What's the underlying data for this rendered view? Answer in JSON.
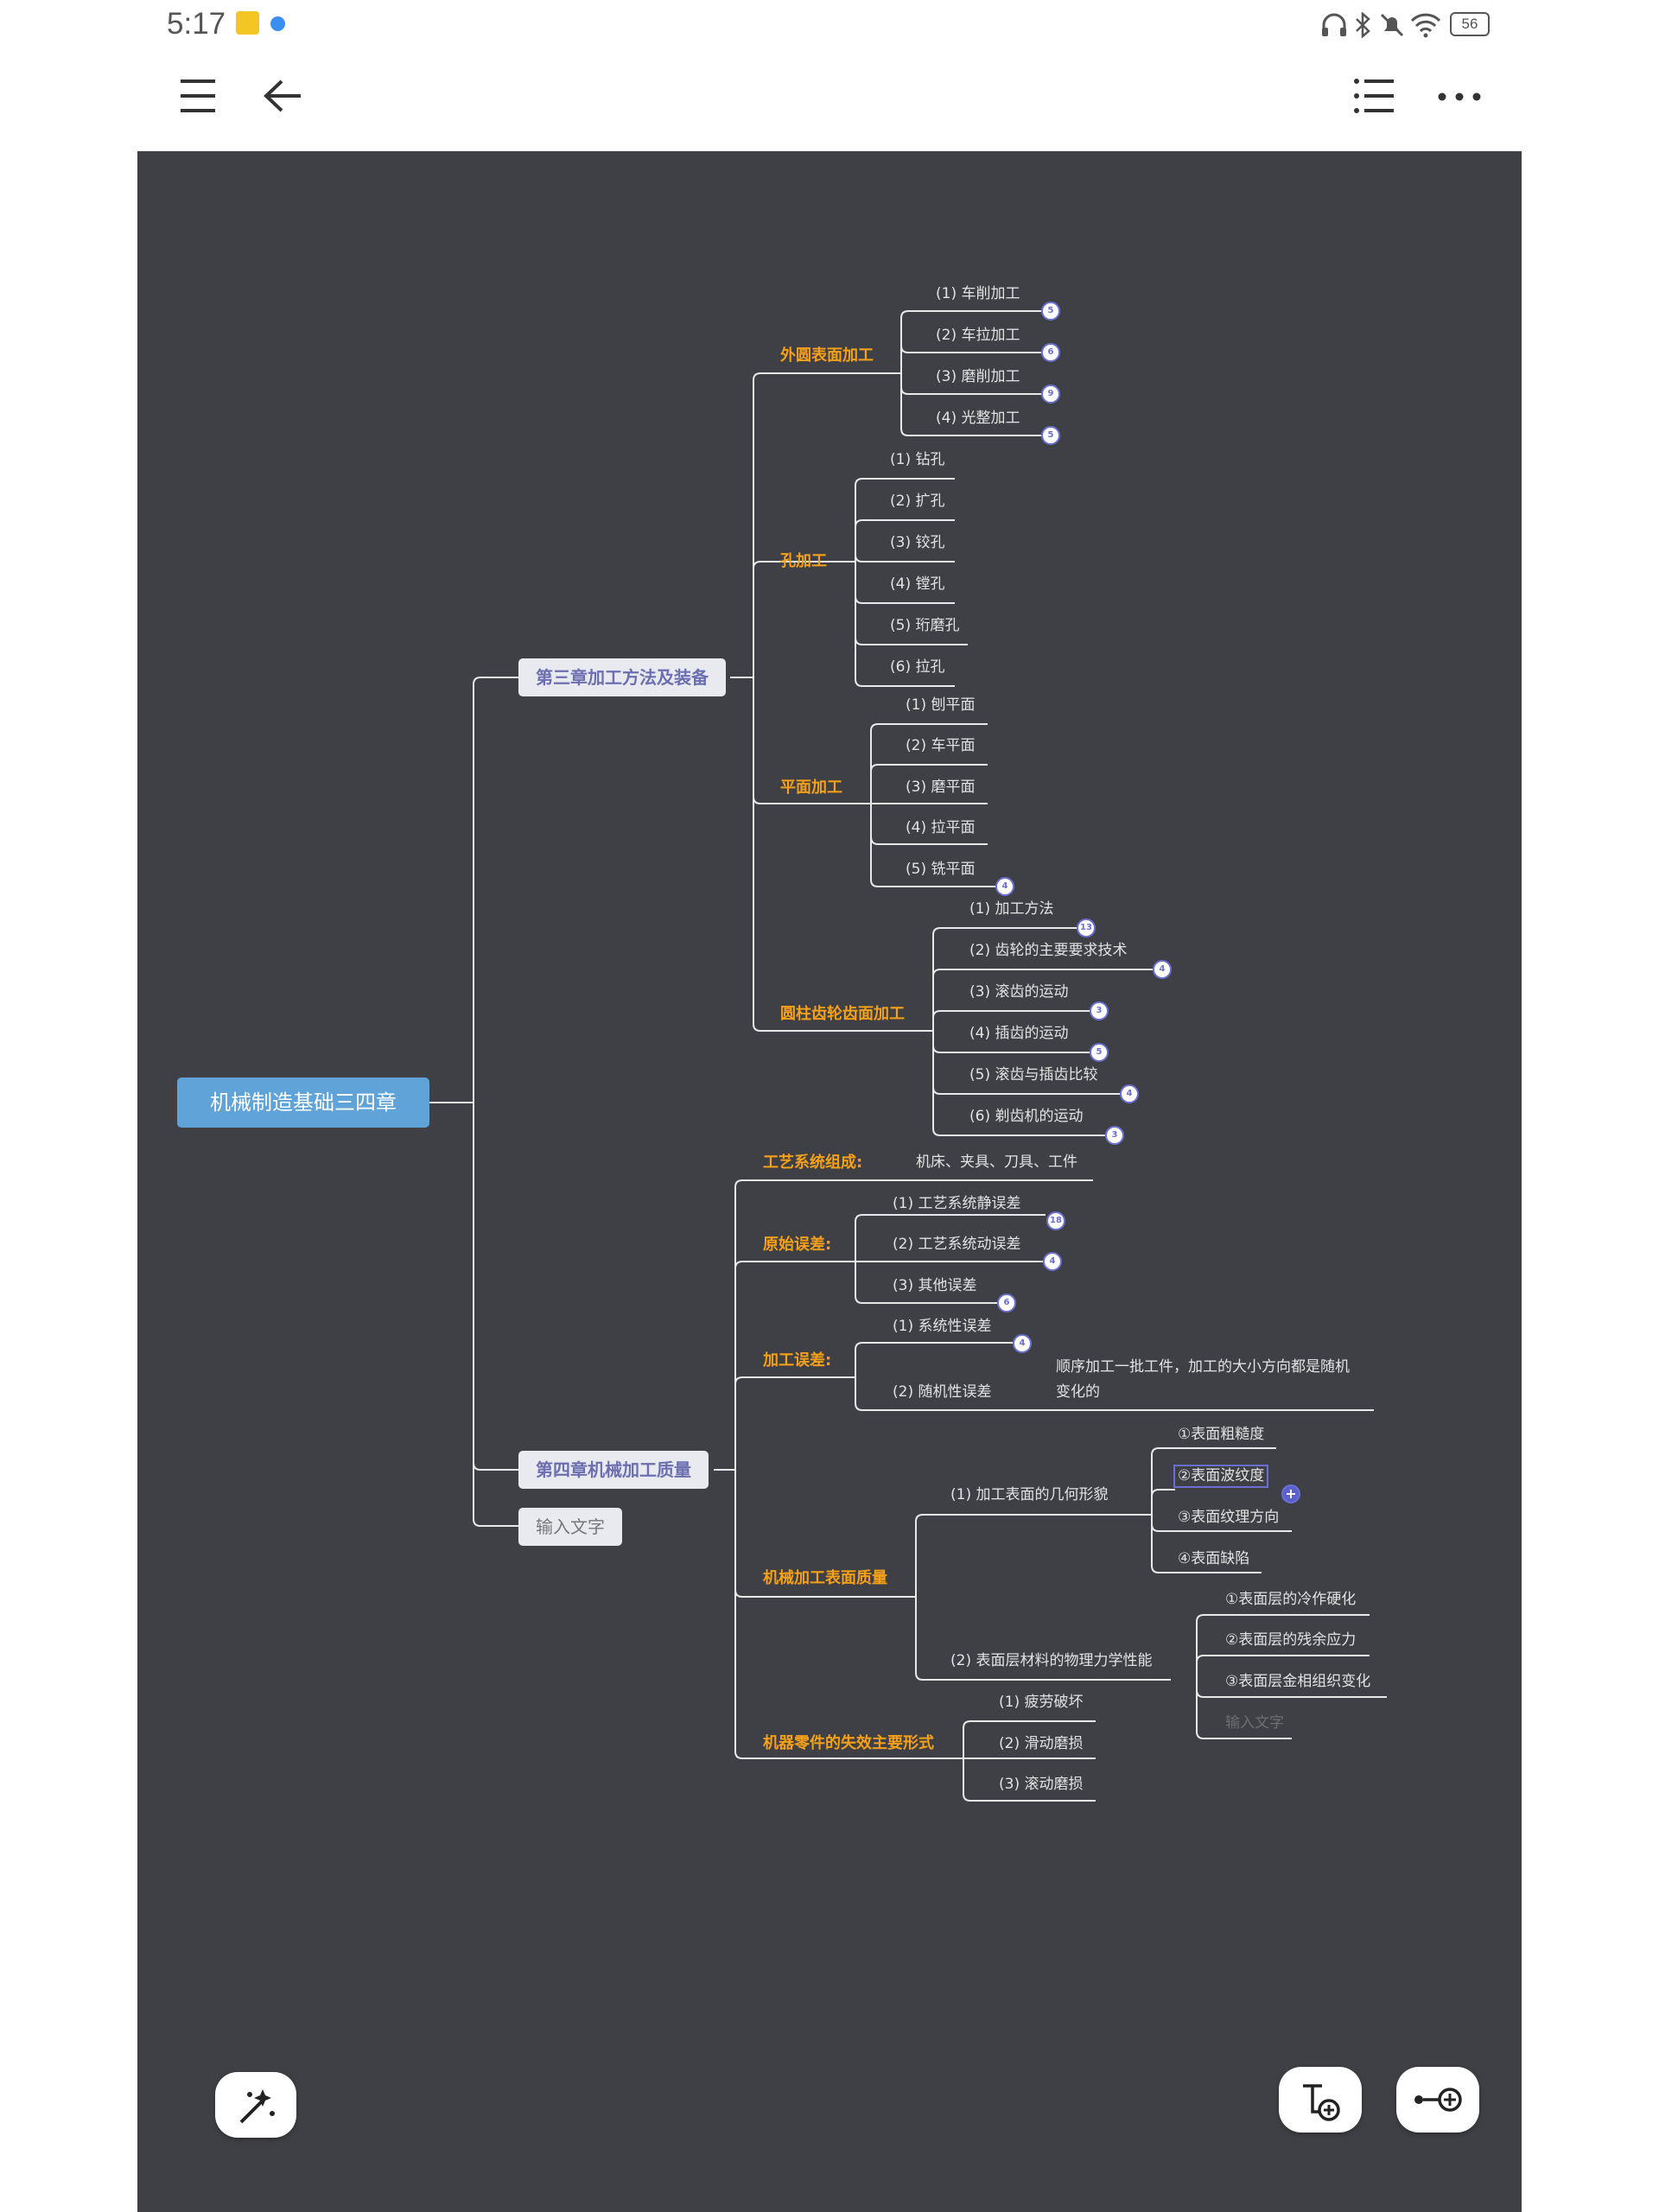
{
  "status": {
    "time": "5:17",
    "battery": "56"
  },
  "toolbar": {
    "icons": [
      "menu-icon",
      "back-arrow-icon",
      "outline-list-icon",
      "more-icon"
    ]
  },
  "mindmap": {
    "root": "机械制造基础三四章",
    "ch3": {
      "title": "第三章加工方法及装备",
      "waiyuan": {
        "label": "外圆表面加工",
        "items": [
          "(1) 车削加工",
          "(2) 车拉加工",
          "(3) 磨削加工",
          "(4) 光整加工"
        ],
        "badges": [
          "5",
          "6",
          "9",
          "5"
        ]
      },
      "kong": {
        "label": "孔加工",
        "items": [
          "(1) 钻孔",
          "(2) 扩孔",
          "(3) 铰孔",
          "(4) 镗孔",
          "(5) 珩磨孔",
          "(6) 拉孔"
        ]
      },
      "pingmian": {
        "label": "平面加工",
        "items": [
          "(1) 刨平面",
          "(2) 车平面",
          "(3) 磨平面",
          "(4) 拉平面",
          "(5) 铣平面"
        ],
        "badge": "4"
      },
      "chilun": {
        "label": "圆柱齿轮齿面加工",
        "items": [
          "(1) 加工方法",
          "(2) 齿轮的主要要求技术",
          "(3) 滚齿的运动",
          "(4) 插齿的运动",
          "(5) 滚齿与插齿比较",
          "(6) 剃齿机的运动"
        ],
        "badges": [
          "13",
          "4",
          "3",
          "5",
          "4",
          "3"
        ]
      }
    },
    "ch4": {
      "title": "第四章机械加工质量",
      "gongyi": {
        "label": "工艺系统组成:",
        "value": "机床、夹具、刀具、工件"
      },
      "yuanshi": {
        "label": "原始误差:",
        "items": [
          "(1) 工艺系统静误差",
          "(2) 工艺系统动误差",
          "(3) 其他误差"
        ],
        "badges": [
          "18",
          "4",
          "6"
        ]
      },
      "jiagong": {
        "label": "加工误差:",
        "items": [
          "(1) 系统性误差",
          "(2) 随机性误差"
        ],
        "badge": "4",
        "note1": "顺序加工一批工件，加工的大小方向都是随机",
        "note2": "变化的"
      },
      "biaomian": {
        "label": "机械加工表面质量",
        "geo": {
          "label": "(1) 加工表面的几何形貌",
          "items": [
            "①表面粗糙度",
            "②表面波纹度",
            "③表面纹理方向",
            "④表面缺陷"
          ]
        },
        "phys": {
          "label": "(2) 表面层材料的物理力学性能",
          "items": [
            "①表面层的冷作硬化",
            "②表面层的残余应力",
            "③表面层金相组织变化"
          ],
          "placeholder": "输入文字"
        }
      },
      "shixiao": {
        "label": "机器零件的失效主要形式",
        "items": [
          "(1) 疲劳破坏",
          "(2) 滑动磨损",
          "(3) 滚动磨损"
        ]
      }
    },
    "input_topic": "输入文字"
  },
  "colors": {
    "canvas": "#3f4045",
    "branch": "#f6a019",
    "root": "#5fa3d8",
    "topic_text": "#6b6fb0",
    "badge": "#6b6fd0"
  }
}
